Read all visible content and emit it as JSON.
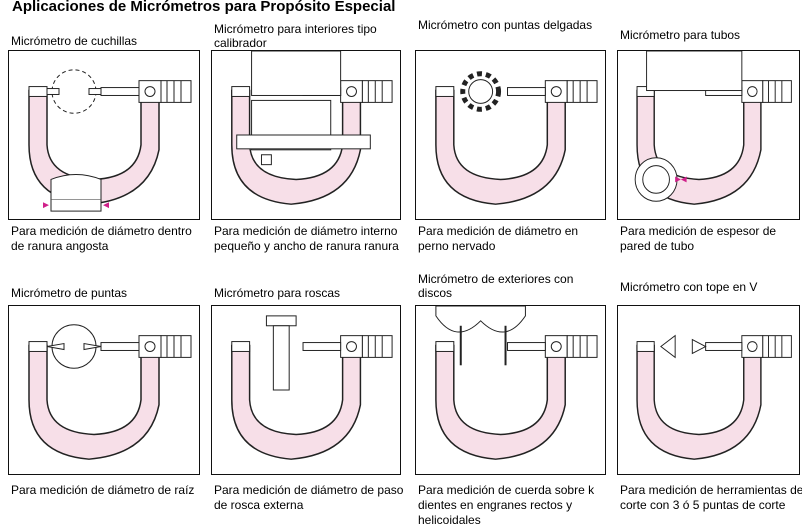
{
  "title": "Aplicaciones de Micrómetros para Propósito Especial",
  "colors": {
    "frame": "#f7dfe8",
    "outline": "#222222",
    "marker": "#d0208a"
  },
  "panels": [
    {
      "title": "Micrómetro de cuchillas",
      "caption": "Para medición de diámetro dentro de ranura angosta",
      "icon": "blade-micrometer-icon"
    },
    {
      "title": "Micrómetro para interiores tipo calibrador",
      "caption": "Para medición de diámetro interno pequeño y ancho de ranura ranura",
      "icon": "caliper-inside-micrometer-icon"
    },
    {
      "title": "Micrómetro con puntas delgadas",
      "caption": "Para medición de diámetro en perno nervado",
      "icon": "slim-point-micrometer-icon"
    },
    {
      "title": "Micrómetro para tubos",
      "caption": "Para medición de espesor de pared de tubo",
      "icon": "tube-micrometer-icon"
    },
    {
      "title": "Micrómetro de puntas",
      "caption": "Para medición de diámetro de raíz",
      "icon": "point-micrometer-icon"
    },
    {
      "title": "Micrómetro para roscas",
      "caption": "Para medición de diámetro de paso de rosca externa",
      "icon": "thread-micrometer-icon"
    },
    {
      "title": "Micrómetro de exteriores con discos",
      "caption": "Para medición de cuerda sobre k dientes en engranes rectos y helicoidales",
      "icon": "disc-micrometer-icon"
    },
    {
      "title": "Micrómetro con tope en V",
      "caption": "Para medición de herramientas de corte con 3 ó 5 puntas de corte",
      "icon": "v-anvil-micrometer-icon"
    }
  ]
}
